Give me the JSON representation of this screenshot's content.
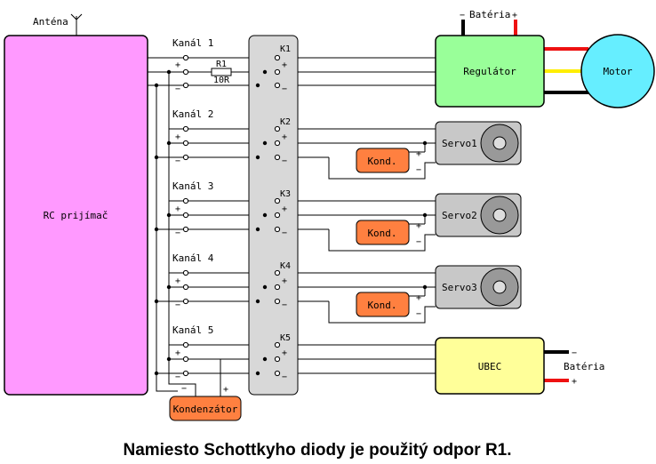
{
  "antenna_label": "Anténa",
  "receiver_label": "RC prijímač",
  "channels": [
    {
      "label": "Kanál 1",
      "connector": "K1"
    },
    {
      "label": "Kanál 2",
      "connector": "K2"
    },
    {
      "label": "Kanál 3",
      "connector": "K3"
    },
    {
      "label": "Kanál 4",
      "connector": "K4"
    },
    {
      "label": "Kanál 5",
      "connector": "K5"
    }
  ],
  "resistor": {
    "name": "R1",
    "value": "10R"
  },
  "regulator_label": "Regulátor",
  "motor_label": "Motor",
  "top_battery_label": "Batéria",
  "servos": [
    {
      "label": "Servo1",
      "cap_label": "Kond."
    },
    {
      "label": "Servo2",
      "cap_label": "Kond."
    },
    {
      "label": "Servo3",
      "cap_label": "Kond."
    }
  ],
  "ubec_label": "UBEC",
  "right_battery_label": "Batéria",
  "bottom_cap_label": "Kondenzátor",
  "plus_sign": "+",
  "minus_sign": "−",
  "caption": "Namiesto Schottkyho diody je použitý odpor R1.",
  "colors": {
    "receiver": "#ff99ff",
    "regulator": "#99ff99",
    "motor": "#66eeff",
    "servo_body": "#c8c8c8",
    "connector_strip": "#d8d8d8",
    "capacitor": "#ff8040",
    "ubec": "#ffff99",
    "wire_red": "#ee1111",
    "wire_yellow": "#ffee00",
    "wire_black": "#000000"
  }
}
